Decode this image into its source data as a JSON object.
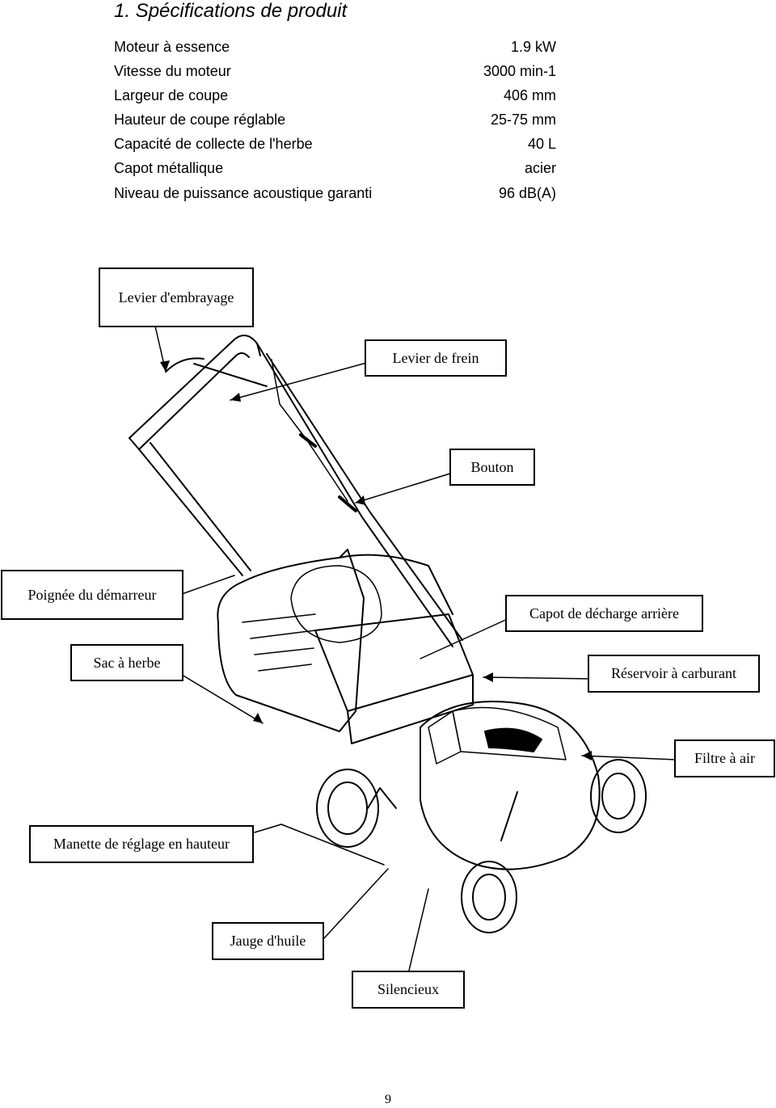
{
  "title": "1. Spécifications de produit",
  "specs": [
    {
      "label": "Moteur à essence",
      "value": "1.9 kW"
    },
    {
      "label": "Vitesse du moteur",
      "value": "3000 min-1"
    },
    {
      "label": "Largeur de coupe",
      "value": "406 mm"
    },
    {
      "label": "Hauteur de coupe réglable",
      "value": "25-75 mm"
    },
    {
      "label": "Capacité de collecte de l'herbe",
      "value": "40 L"
    },
    {
      "label": "Capot métallique",
      "value": "acier"
    },
    {
      "label": "Niveau de puissance acoustique garanti",
      "value": "96 dB(A)"
    }
  ],
  "callouts": {
    "clutch_lever": "Levier d'embrayage",
    "brake_lever": "Levier de frein",
    "button": "Bouton",
    "starter_handle": "Poignée du démarreur",
    "rear_discharge_cover": "Capot de décharge arrière",
    "grass_bag": "Sac à herbe",
    "fuel_tank": "Réservoir à carburant",
    "air_filter": "Filtre à air",
    "height_adjust_lever": "Manette de réglage en hauteur",
    "oil_gauge": "Jauge d'huile",
    "muffler": "Silencieux"
  },
  "page_number": "9"
}
